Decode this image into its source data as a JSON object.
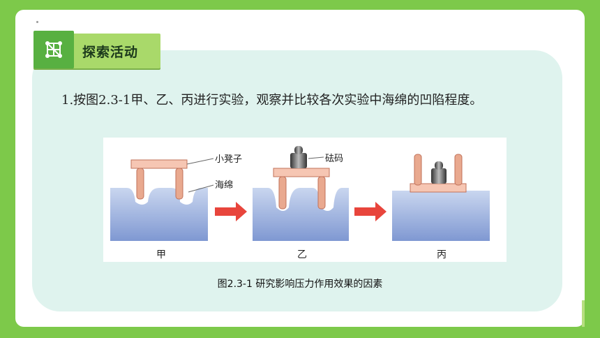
{
  "header": {
    "title": "探索活动",
    "icon": "cube-grid-icon"
  },
  "content": {
    "paragraph": "1.按图2.3-1甲、乙、丙进行实验，观察并比较各次实验中海绵的凹陷程度。"
  },
  "figure": {
    "labels": {
      "stool": "小凳子",
      "weight": "砝码",
      "sponge": "海绵"
    },
    "panels": [
      "甲",
      "乙",
      "丙"
    ],
    "caption": "图2.3-1 研究影响压力作用效果的因素",
    "colors": {
      "stool": "#f2b8a4",
      "sponge": "#8fa6d8",
      "arrow": "#e8453c",
      "weight": "#555555"
    }
  }
}
